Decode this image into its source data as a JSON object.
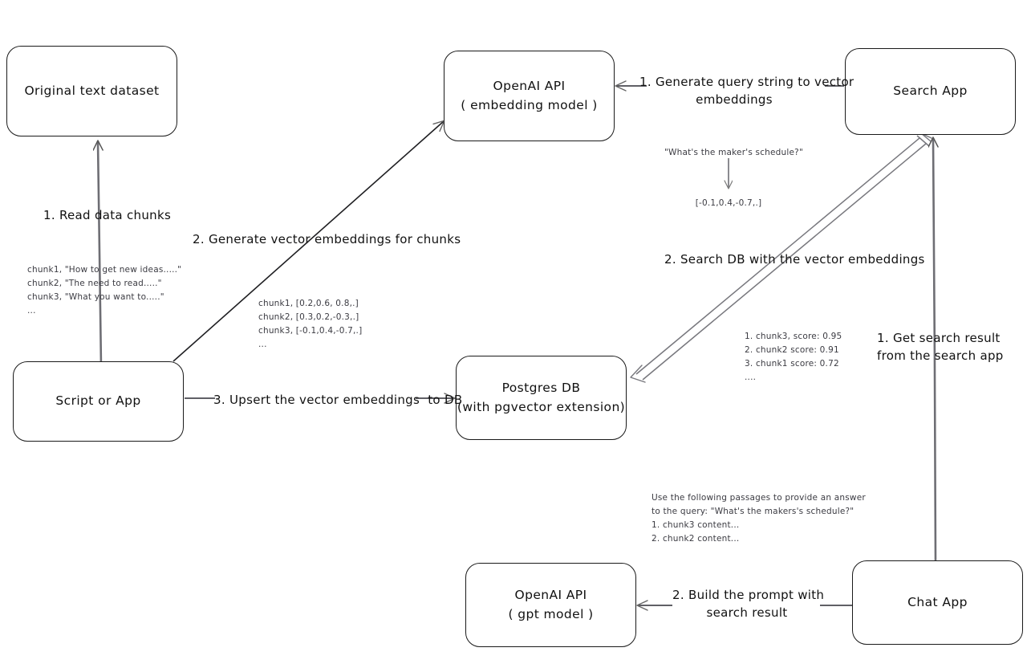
{
  "diagram": {
    "title": "RAG pipeline with OpenAI embeddings and Postgres pgvector",
    "colors": {
      "stroke": "#1a1a1a",
      "arrow": "#555555",
      "text": "#111111",
      "note_text": "#3b3b42",
      "background": "#ffffff"
    },
    "nodes": [
      {
        "id": "original-text-dataset",
        "line1": "Original text dataset",
        "line2": ""
      },
      {
        "id": "openai-embedding",
        "line1": "OpenAI API",
        "line2": "( embedding model )"
      },
      {
        "id": "search-app",
        "line1": "Search App",
        "line2": ""
      },
      {
        "id": "script-or-app",
        "line1": "Script or App",
        "line2": ""
      },
      {
        "id": "postgres-db",
        "line1": "Postgres DB",
        "line2": "(with pgvector extension)"
      },
      {
        "id": "openai-gpt",
        "line1": "OpenAI API",
        "line2": "( gpt model )"
      },
      {
        "id": "chat-app",
        "line1": "Chat App",
        "line2": ""
      }
    ],
    "edge_labels": [
      {
        "id": "read-data-chunks",
        "text": "1. Read data chunks"
      },
      {
        "id": "generate-vector-embeddings",
        "text": "2. Generate vector embeddings for chunks"
      },
      {
        "id": "upsert-embeddings",
        "text": "3. Upsert the vector embeddings  to DB"
      },
      {
        "id": "generate-query-embeddings",
        "text": "1. Generate query string to vector\nembeddings"
      },
      {
        "id": "search-db",
        "text": "2. Search DB with the vector embeddings"
      },
      {
        "id": "get-search-result",
        "text": "1. Get search result\nfrom the search app"
      },
      {
        "id": "build-prompt",
        "text": "2. Build the prompt with\nsearch result"
      }
    ],
    "notes": [
      {
        "id": "source-chunks",
        "text": "chunk1, \"How to get new ideas.....\"\nchunk2, \"The need to read.....\"\nchunk3, \"What you want to.....\"\n..."
      },
      {
        "id": "chunk-embeddings",
        "text": "chunk1, [0.2,0.6, 0.8,.]\nchunk2, [0.3,0.2,-0.3,.]\nchunk3, [-0.1,0.4,-0.7,.]\n..."
      },
      {
        "id": "query-string",
        "text": "\"What's the maker's schedule?\""
      },
      {
        "id": "query-embedding",
        "text": "[-0.1,0.4,-0.7,.]"
      },
      {
        "id": "search-results",
        "text": "1. chunk3, score: 0.95\n2. chunk2 score: 0.91\n3. chunk1 score: 0.72\n...."
      },
      {
        "id": "prompt-text",
        "text": "Use the following passages to provide an answer\nto the query: \"What's the makers's schedule?\"\n1. chunk3 content...\n2. chunk2 content..."
      }
    ]
  }
}
